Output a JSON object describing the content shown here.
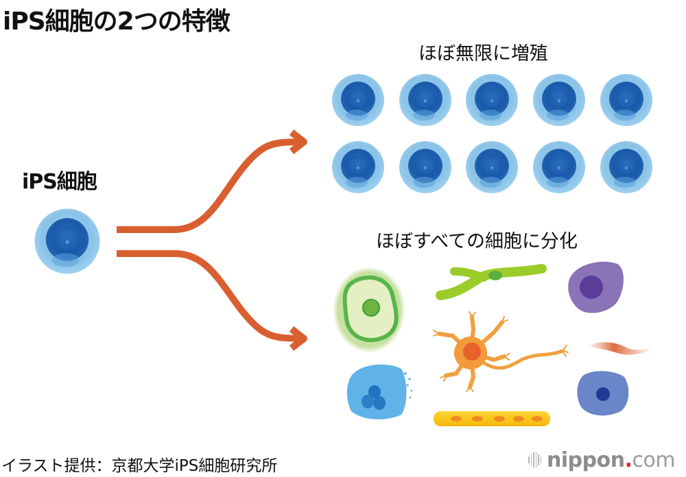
{
  "title": "iPS細胞の2つの特徴",
  "source_cell": {
    "label": "iPS細胞",
    "icon": "ips-cell-icon"
  },
  "features": [
    {
      "label": "ほぼ無限に増殖",
      "description": "proliferation",
      "cell_count": 10,
      "grid": {
        "rows": 2,
        "cols": 5
      }
    },
    {
      "label": "ほぼすべての細胞に分化",
      "description": "differentiation",
      "cells": [
        {
          "name": "green-cell-icon",
          "color": "#8cc63f"
        },
        {
          "name": "muscle-fiber-icon",
          "color": "#9ccc2a"
        },
        {
          "name": "purple-cell-icon",
          "color": "#6b4a9e"
        },
        {
          "name": "neuron-icon",
          "color": "#f0922e"
        },
        {
          "name": "smooth-muscle-icon",
          "color": "#e07045"
        },
        {
          "name": "blue-fat-cell-icon",
          "color": "#4aa3df"
        },
        {
          "name": "cardiac-fiber-icon",
          "color": "#f7c11a"
        },
        {
          "name": "blue-cell-icon",
          "color": "#5a7ac2"
        }
      ]
    }
  ],
  "colors": {
    "arrow": "#d95f30",
    "cell_outer": "#8fc7ea",
    "cell_inner": "#1f63b3"
  },
  "credit": "イラスト提供：京都大学iPS細胞研究所",
  "logo": {
    "brand": "nippon",
    "dot": ".",
    "tld": "com"
  }
}
